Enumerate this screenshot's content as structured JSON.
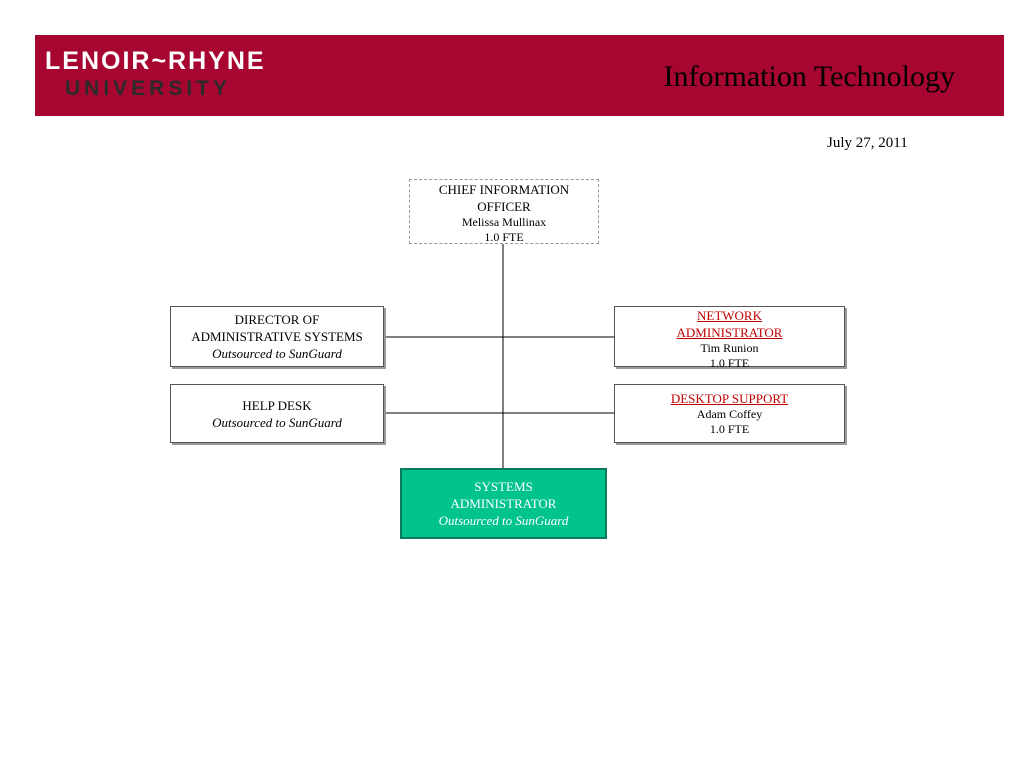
{
  "header": {
    "logo_line1": "LENOIR~RHYNE",
    "logo_line2": "UNIVERSITY",
    "title": "Information Technology",
    "band_color": "#a6062f"
  },
  "date": "July 27, 2011",
  "org_chart": {
    "cio": {
      "title_line1": "CHIEF INFORMATION",
      "title_line2": "OFFICER",
      "name": "Melissa Mullinax",
      "fte": "1.0 FTE"
    },
    "director_admin_systems": {
      "title_line1": "DIRECTOR OF",
      "title_line2": "ADMINISTRATIVE SYSTEMS",
      "note": "Outsourced to SunGuard"
    },
    "help_desk": {
      "title": "HELP DESK",
      "note": "Outsourced to SunGuard"
    },
    "network_admin": {
      "title_line1": "NETWORK",
      "title_line2": "ADMINISTRATOR",
      "name": "Tim Runion",
      "fte": "1.0 FTE"
    },
    "desktop_support": {
      "title": "DESKTOP SUPPORT",
      "name": "Adam Coffey",
      "fte": "1.0 FTE"
    },
    "systems_admin": {
      "title_line1": "SYSTEMS",
      "title_line2": "ADMINISTRATOR",
      "note": "Outsourced to SunGuard",
      "fill_color": "#00c48c"
    }
  }
}
